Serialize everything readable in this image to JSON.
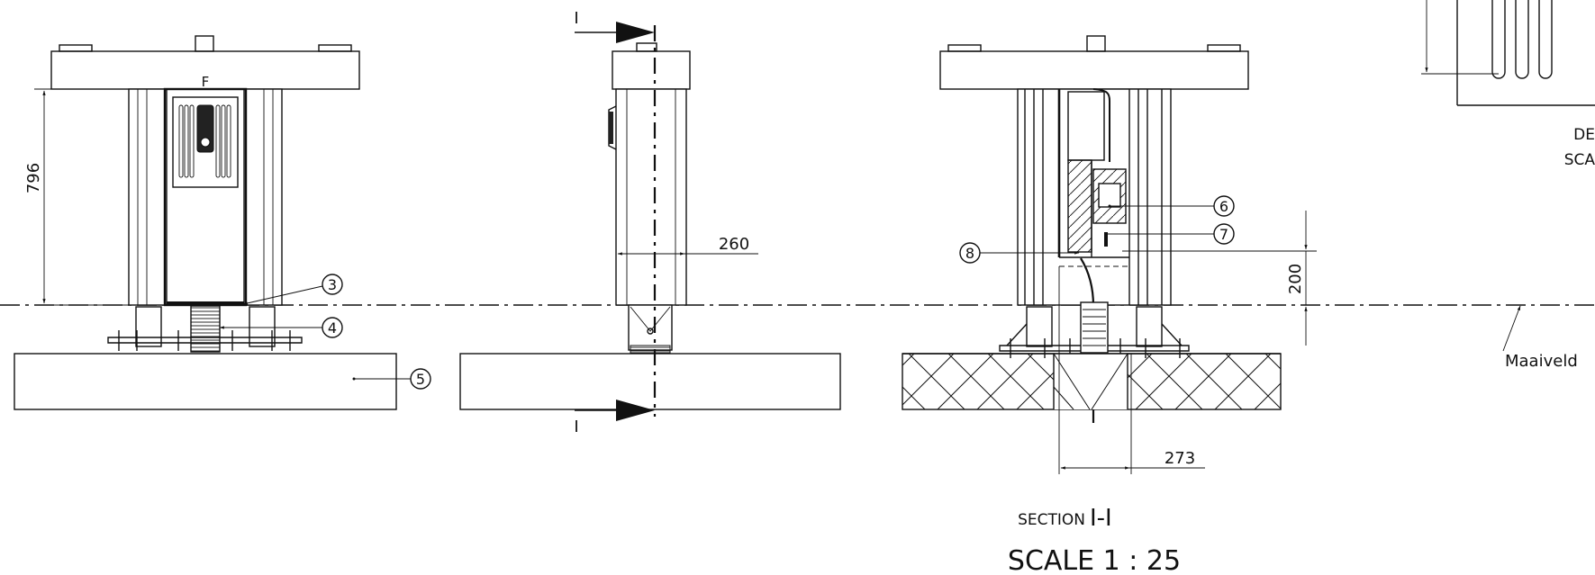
{
  "dimensions": {
    "front_height": "796",
    "side_width": "260",
    "section_height": "200",
    "section_width": "273"
  },
  "callouts": [
    "3",
    "4",
    "5",
    "6",
    "7",
    "8"
  ],
  "section_marker": {
    "top": "I",
    "bottom": "I"
  },
  "labels": {
    "front_letter": "F",
    "ground_level": "Maaiveld",
    "detail_cut_1": "DE",
    "detail_cut_2": "SCA"
  },
  "section_title": {
    "small": "SECTION",
    "big": "I-I",
    "scale": "SCALE 1 : 25"
  }
}
